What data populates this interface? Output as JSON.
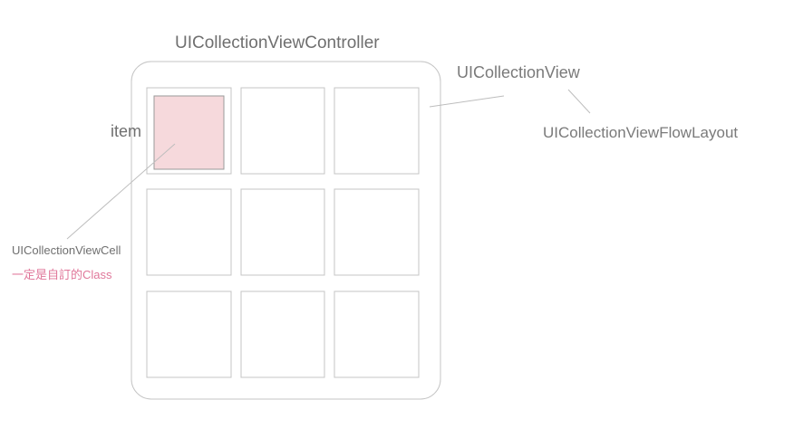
{
  "diagram": {
    "controller_label": "UICollectionViewController",
    "collection_view_label": "UICollectionView",
    "flow_layout_label": "UICollectionViewFlowLayout",
    "item_label": "item",
    "cell_label": "UICollectionViewCell",
    "cell_note": "一定是自訂的Class",
    "grid": {
      "rows": 3,
      "columns": 3
    },
    "colors": {
      "outline": "#bdbdbd",
      "text": "#6f6f6f",
      "cell_fill": "#f6d9dc",
      "note": "#e0779a"
    }
  }
}
